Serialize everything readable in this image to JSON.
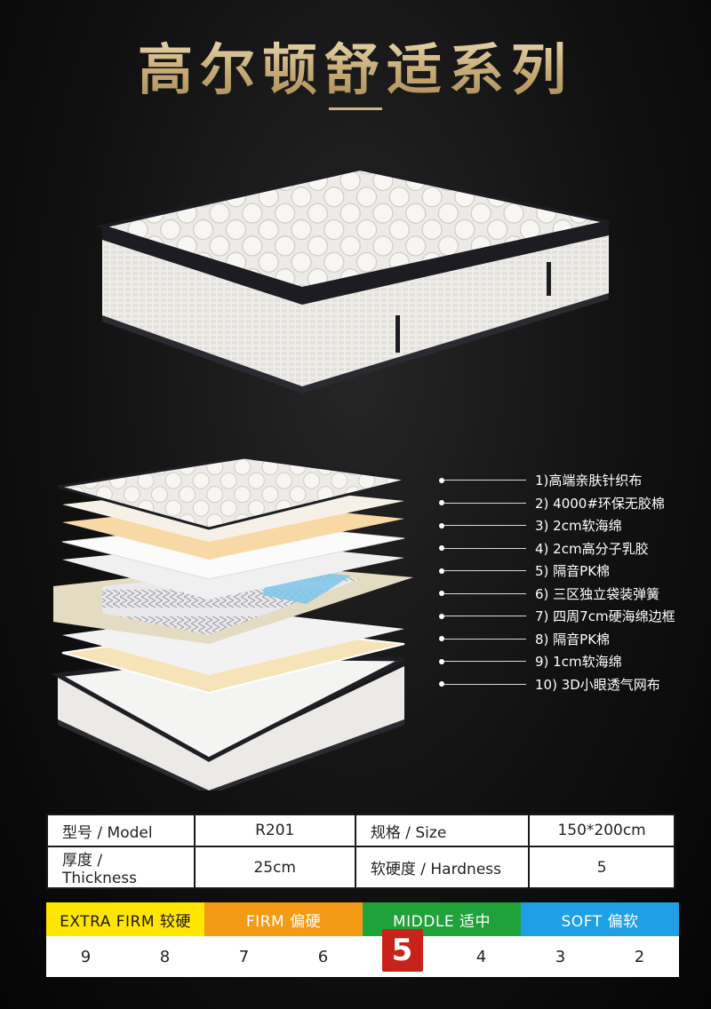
{
  "title": "高尔顿舒适系列",
  "layers": [
    "1)高端亲肤针织布",
    "2) 4000#环保无胶棉",
    "3) 2cm软海绵",
    "4) 2cm高分子乳胶",
    "5) 隔音PK棉",
    "6) 三区独立袋装弹簧",
    "7) 四周7cm硬海绵边框",
    "8) 隔音PK棉",
    "9) 1cm软海绵",
    "10) 3D小眼透气网布"
  ],
  "spec": {
    "model_label": "型号 / Model",
    "model_value": "R201",
    "size_label": "规格 / Size",
    "size_value": "150*200cm",
    "thickness_label": "厚度 / Thickness",
    "thickness_value": "25cm",
    "hardness_label": "软硬度 / Hardness",
    "hardness_value": "5"
  },
  "scale": {
    "bands": [
      {
        "label": "EXTRA FIRM  较硬",
        "color": "#ffe600",
        "text_color": "#1a1a1a"
      },
      {
        "label": "FIRM  偏硬",
        "color": "#f59a14",
        "text_color": "#ffffff"
      },
      {
        "label": "MIDDLE  适中",
        "color": "#1fa23a",
        "text_color": "#ffffff"
      },
      {
        "label": "SOFT  偏软",
        "color": "#1fa0e6",
        "text_color": "#ffffff"
      }
    ],
    "numbers": [
      "9",
      "8",
      "7",
      "6",
      "5",
      "4",
      "3",
      "2"
    ],
    "selected": "5"
  },
  "colors": {
    "title_gold": "#d9c49a",
    "selected_red": "#c8231a"
  }
}
